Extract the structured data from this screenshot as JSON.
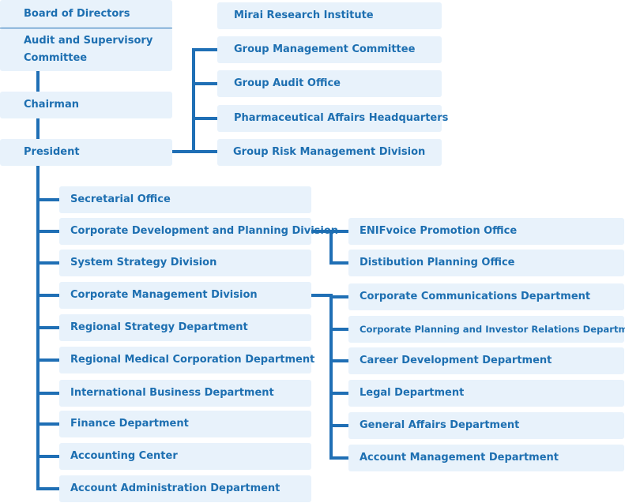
{
  "chart": {
    "board": "Board of Directors",
    "audit": "Audit and Supervisory Committee",
    "chairman": "Chairman",
    "president": "President",
    "top_units": [
      "Mirai Research Institute",
      "Group Management Committee",
      "Group Audit Office",
      "Pharmaceutical Affairs Headquarters",
      "Group Risk Management Division"
    ],
    "divisions": [
      "Secretarial Office",
      "Corporate Development and Planning Division",
      "System Strategy Division",
      "Corporate Management Division",
      "Regional Strategy Department",
      "Regional Medical Corporation Department",
      "International Business Department",
      "Finance Department",
      "Accounting Center",
      "Account Administration Department"
    ],
    "planning_sub": [
      "ENIFvoice Promotion Office",
      "Distibution Planning Office"
    ],
    "management_sub": [
      "Corporate Communications Department",
      "Corporate Planning and Investor Relations Department",
      "Career Development Department",
      "Legal Department",
      "General Affairs Department",
      "Account Management Department"
    ]
  }
}
